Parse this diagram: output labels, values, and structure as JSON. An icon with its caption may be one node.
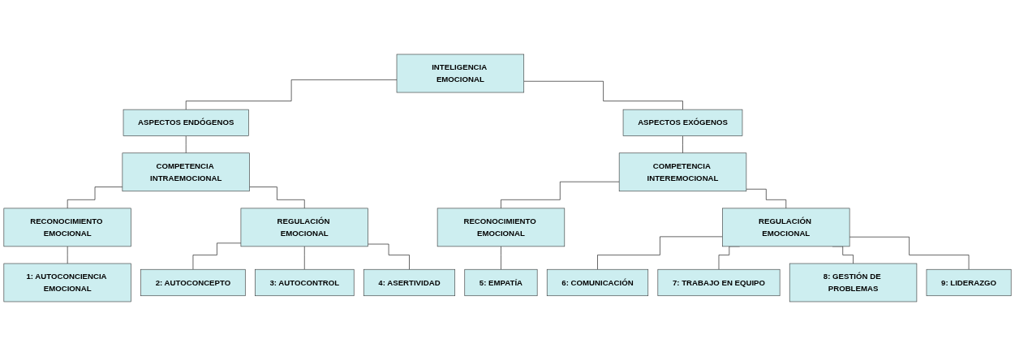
{
  "diagram": {
    "nodes": [
      {
        "text": [
          "INTELIGENCIA EMOCIONAL"
        ]
      },
      {
        "text": [
          "ASPECTOS ENDÓGENOS"
        ]
      },
      {
        "text": [
          "ASPECTOS EXÓGENOS"
        ]
      },
      {
        "text": [
          "COMPETENCIA INTRAEMOCIONAL"
        ]
      },
      {
        "text": [
          "COMPETENCIA INTEREMOCIONAL"
        ]
      },
      {
        "text": [
          "RECONOCIMIENTO EMOCIONAL"
        ]
      },
      {
        "text": [
          "REGULACIÓN EMOCIONAL"
        ]
      },
      {
        "text": [
          "RECONOCIMIENTO EMOCIONAL"
        ]
      },
      {
        "text": [
          "REGULACIÓN EMOCIONAL"
        ]
      },
      {
        "text": [
          "1: AUTOCONCIENCIA EMOCIONAL"
        ]
      },
      {
        "text": [
          "2: AUTOCONCEPTO"
        ]
      },
      {
        "text": [
          "3: AUTOCONTROL"
        ]
      },
      {
        "text": [
          "4: ASERTIVIDAD"
        ]
      },
      {
        "text": [
          "5: EMPATÍA"
        ]
      },
      {
        "text": [
          "6: COMUNICACIÓN"
        ]
      },
      {
        "text": [
          "7: TRABAJO EN EQUIPO"
        ]
      },
      {
        "text": [
          "8: GESTIÓN DE PROBLEMAS"
        ]
      },
      {
        "text": [
          "9: LIDERAZGO"
        ]
      }
    ],
    "edges": [
      {
        "from": 0,
        "to": 1,
        "arrow": "none"
      },
      {
        "from": 0,
        "to": 2,
        "arrow": "none"
      },
      {
        "from": 1,
        "to": 3,
        "arrow": "none"
      },
      {
        "from": 2,
        "to": 4,
        "arrow": "none"
      },
      {
        "from": 3,
        "to": 5,
        "arrow": "none"
      },
      {
        "from": 3,
        "to": 6,
        "arrow": "none"
      },
      {
        "from": 4,
        "to": 7,
        "arrow": "none"
      },
      {
        "from": 4,
        "to": 8,
        "arrow": "none"
      },
      {
        "from": 5,
        "to": 9,
        "arrow": "none"
      },
      {
        "from": 6,
        "to": 10,
        "arrow": "none"
      },
      {
        "from": 6,
        "to": 11,
        "arrow": "none"
      },
      {
        "from": 6,
        "to": 12,
        "arrow": "none"
      },
      {
        "from": 7,
        "to": 13,
        "arrow": "none"
      },
      {
        "from": 8,
        "to": 14,
        "arrow": "none"
      },
      {
        "from": 8,
        "to": 15,
        "arrow": "none"
      },
      {
        "from": 8,
        "to": 16,
        "arrow": "none"
      },
      {
        "from": 8,
        "to": 17,
        "arrow": "none"
      }
    ]
  }
}
